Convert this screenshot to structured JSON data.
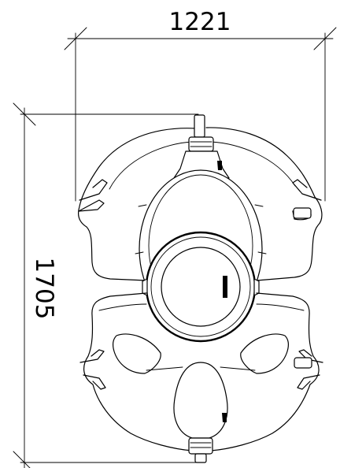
{
  "dimensions": {
    "width_label": "1221",
    "height_label": "1705"
  },
  "icons": [
    "mask-outline-drawing",
    "dimension-arrow-icon"
  ]
}
